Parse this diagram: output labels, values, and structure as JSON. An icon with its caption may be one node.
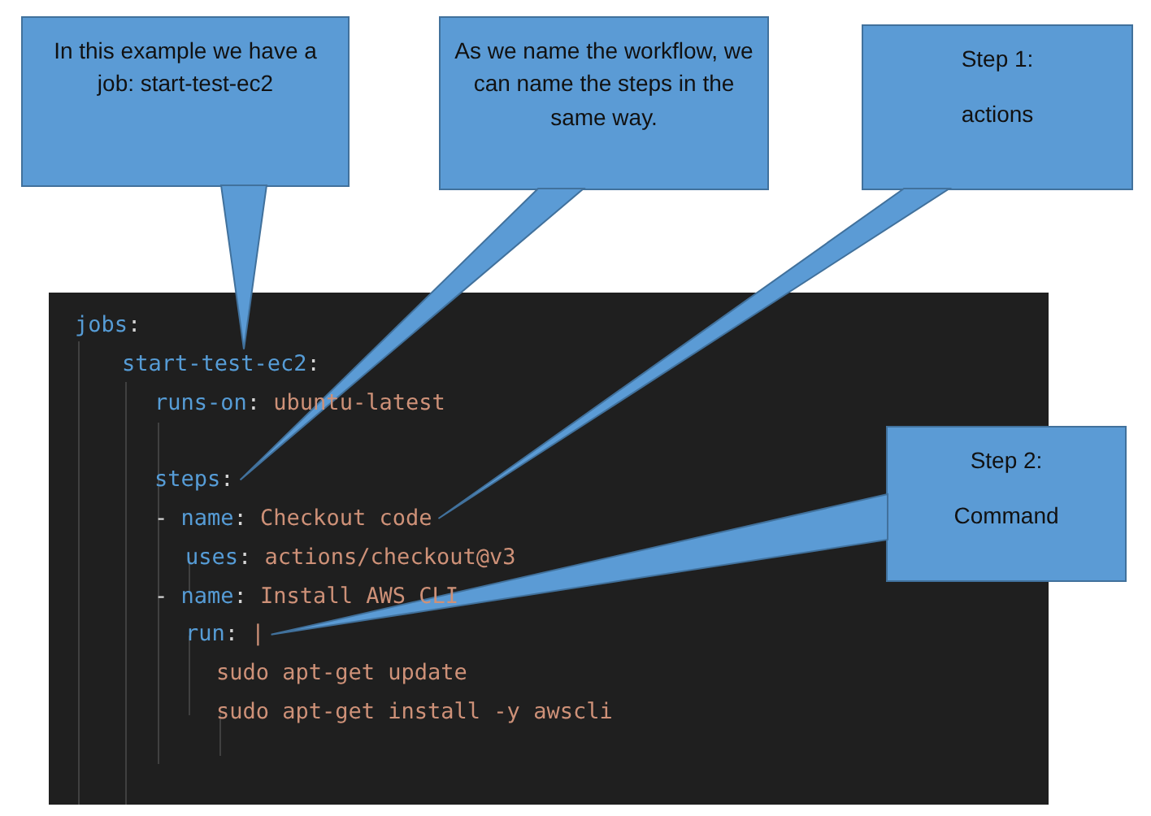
{
  "diagram": {
    "nodes": [
      {
        "text": [
          "In this example we have a job: start-test-ec2"
        ]
      },
      {
        "text": [
          "As we name the workflow, we can name the steps in the same way."
        ]
      },
      {
        "text": [
          "Step 1:",
          "actions"
        ]
      },
      {
        "text": [],
        "shape": "box"
      },
      {
        "text": [
          "start-test-ec2:"
        ],
        "in": 3
      },
      {
        "text": [
          "steps:"
        ],
        "in": 3
      },
      {
        "text": [
          "- name: Checkout code"
        ],
        "in": 3
      },
      {
        "text": [
          "Step 2:",
          "Command"
        ]
      },
      {
        "text": [
          "run: |"
        ],
        "in": 3
      }
    ],
    "edges": [
      {
        "from": 0,
        "to": 4,
        "arrow": "none"
      },
      {
        "from": 1,
        "to": 5,
        "arrow": "none"
      },
      {
        "from": 2,
        "to": 6,
        "arrow": "none"
      },
      {
        "from": 7,
        "to": 8,
        "arrow": "none"
      }
    ],
    "labels": [
      "jobs:",
      "runs-on: ubuntu-latest",
      "uses: actions/checkout@v3",
      "- name: Install AWS CLI",
      "sudo apt-get update",
      "sudo apt-get install -y awscli"
    ]
  }
}
